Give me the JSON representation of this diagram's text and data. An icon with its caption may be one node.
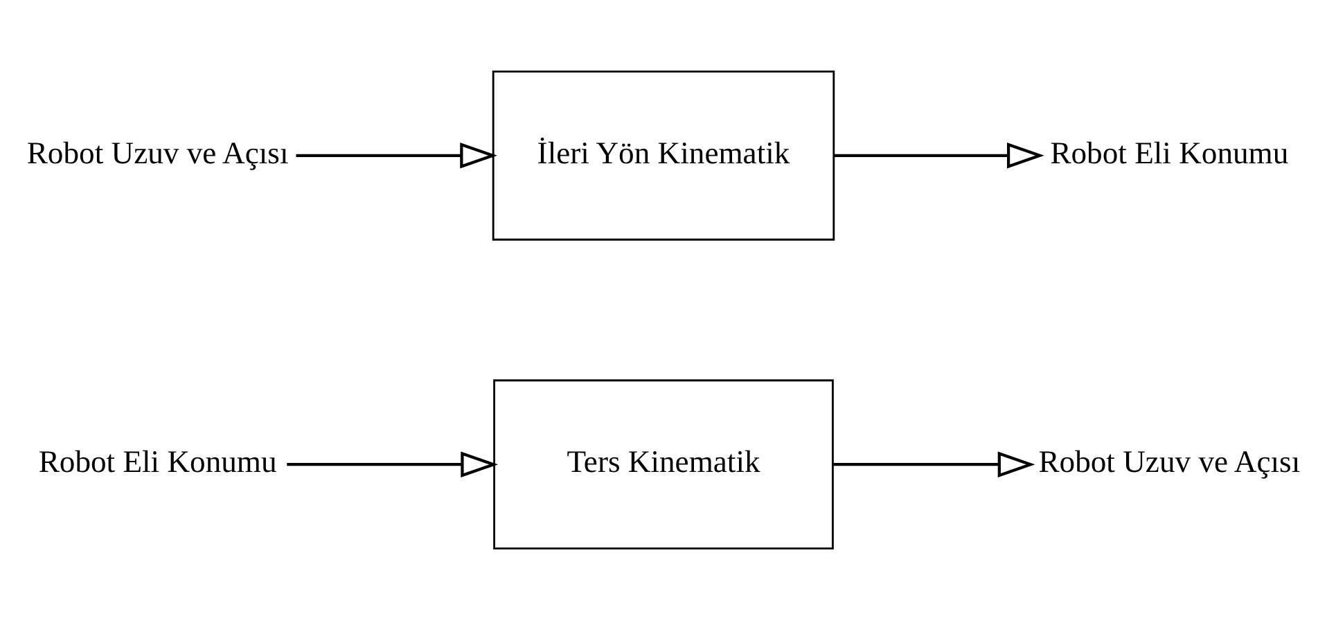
{
  "diagram": {
    "nodes": [
      {
        "text": [
          "Robot Uzuv ve Açısı"
        ]
      },
      {
        "text": [
          "İleri Yön Kinematik"
        ]
      },
      {
        "text": [
          "Robot Eli Konumu"
        ]
      },
      {
        "text": [
          "Robot Eli Konumu"
        ]
      },
      {
        "text": [
          "Ters Kinematik"
        ]
      },
      {
        "text": [
          "Robot Uzuv ve Açısı"
        ]
      }
    ],
    "edges": [
      {
        "from": 0,
        "to": 1,
        "arrow": "to"
      },
      {
        "from": 1,
        "to": 2,
        "arrow": "to"
      },
      {
        "from": 3,
        "to": 4,
        "arrow": "to"
      },
      {
        "from": 4,
        "to": 5,
        "arrow": "to"
      }
    ]
  }
}
